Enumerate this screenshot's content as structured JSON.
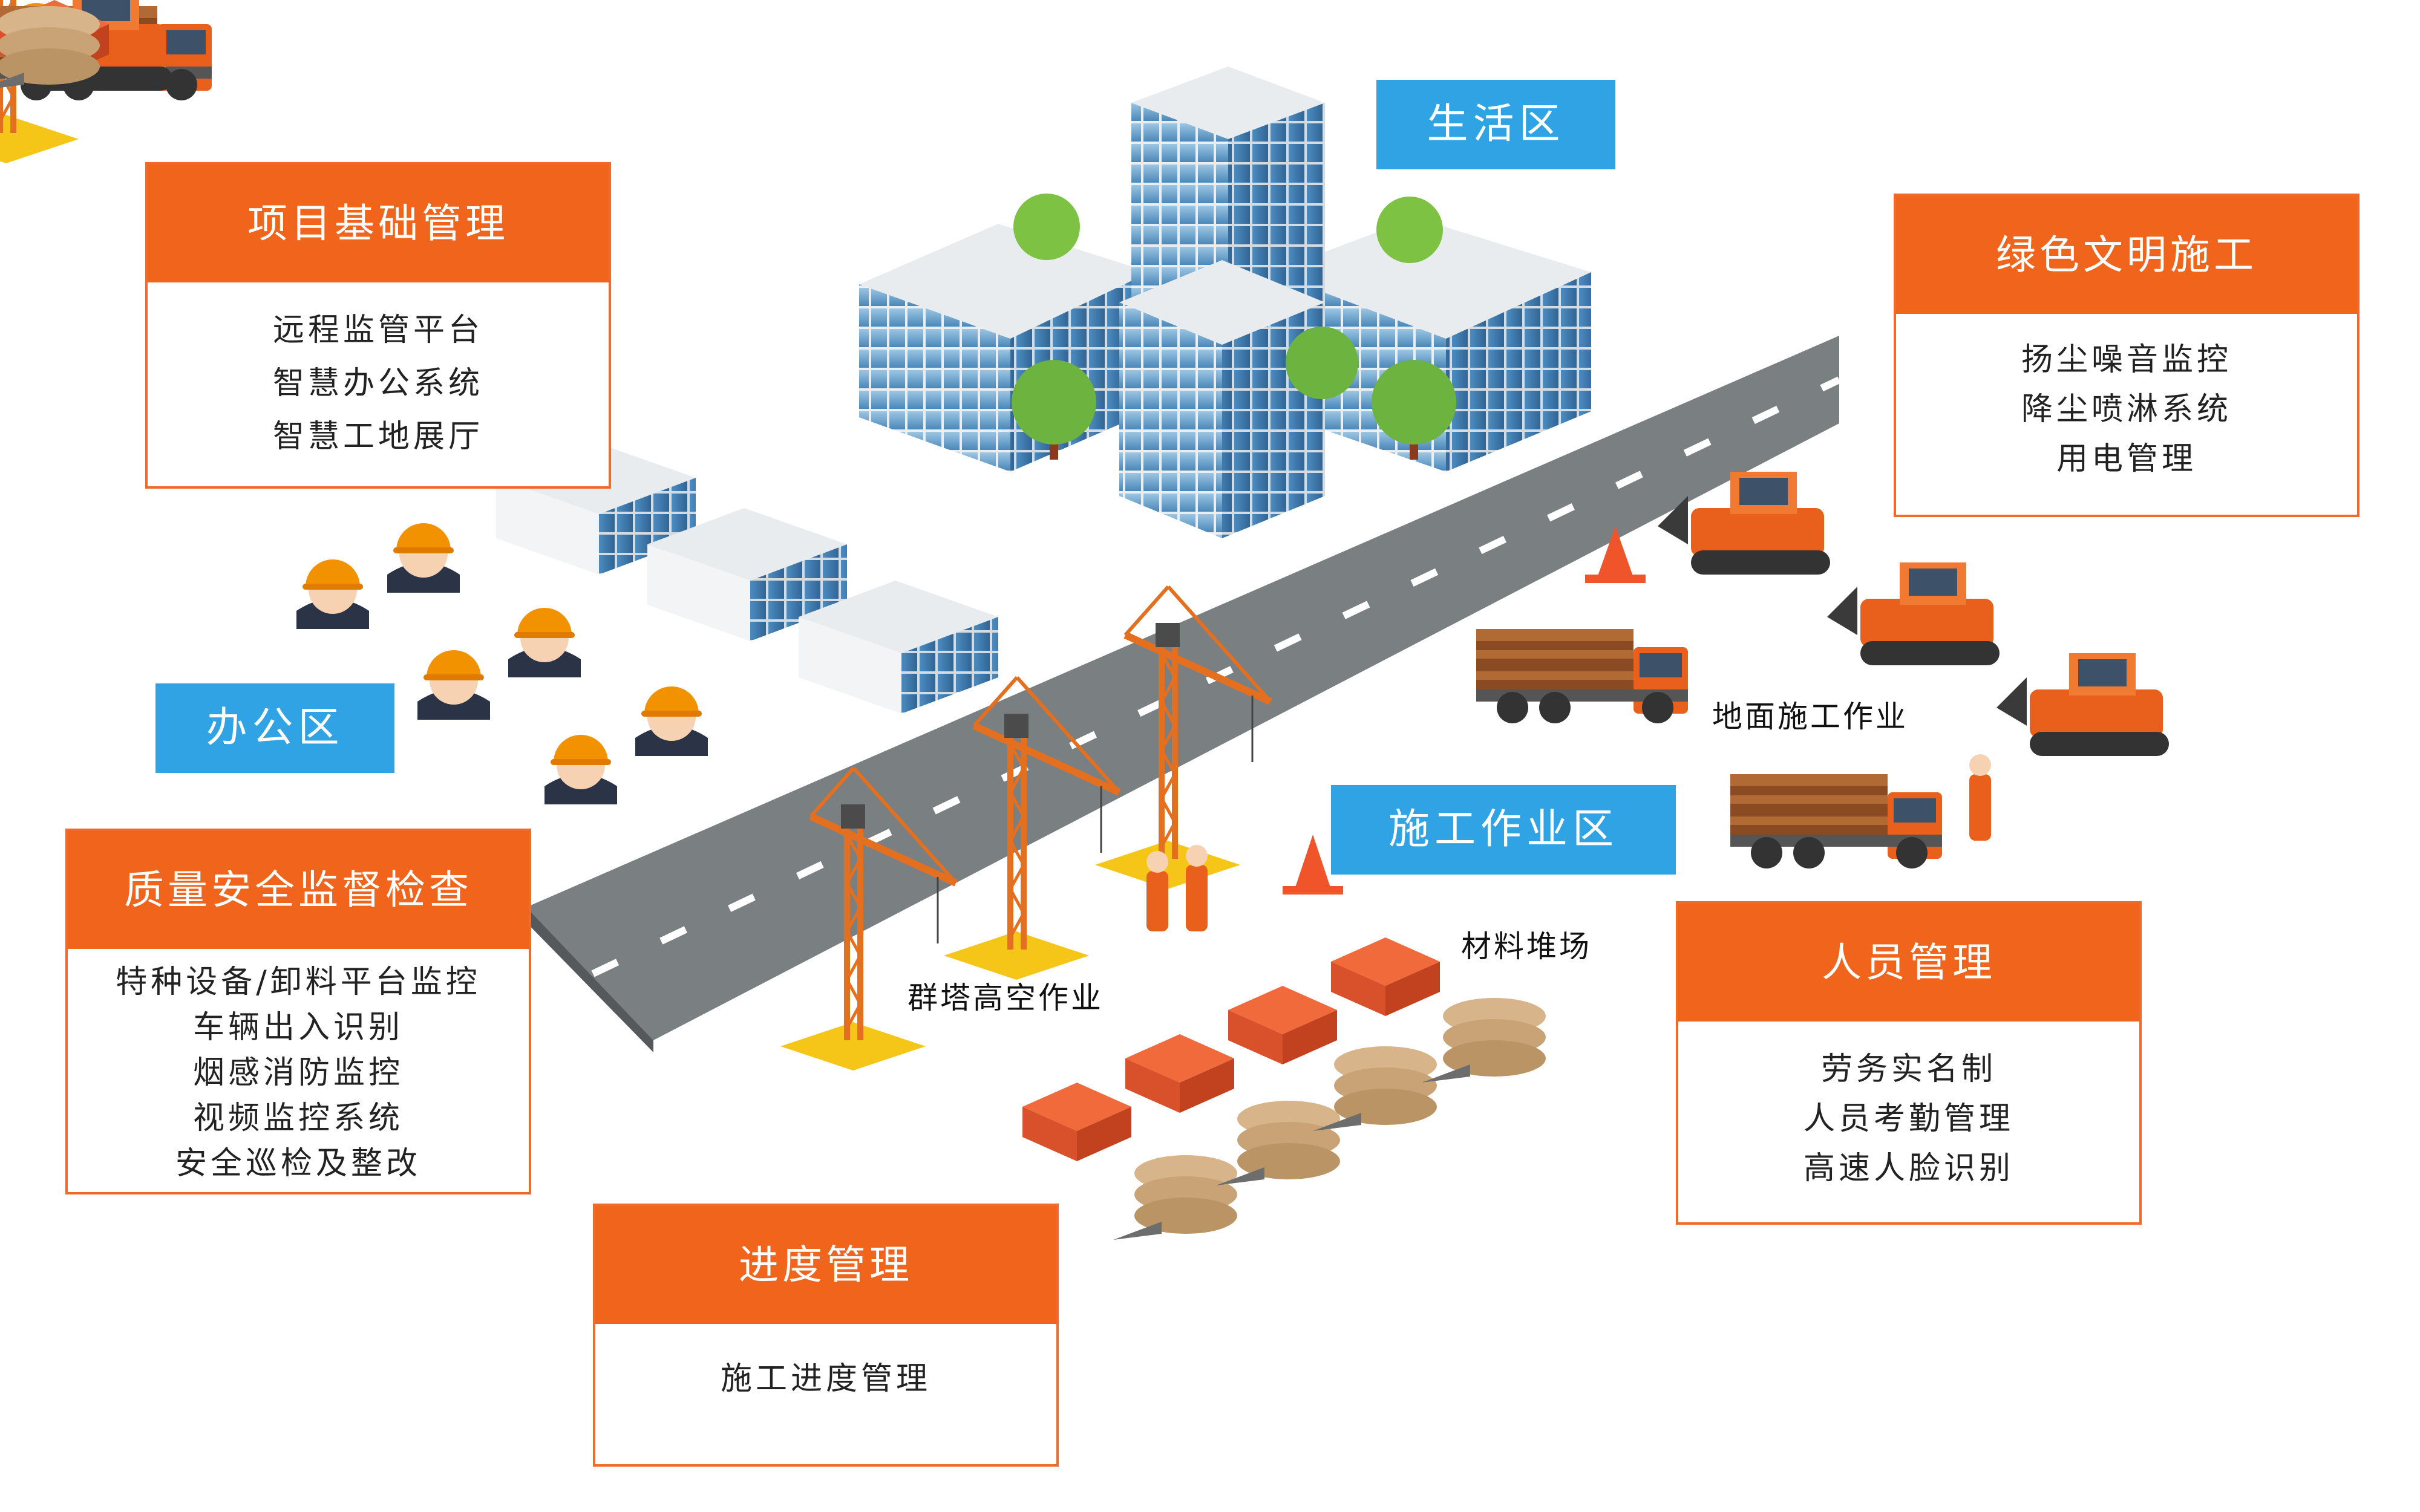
{
  "panels": {
    "project_basic": {
      "title": "项目基础管理",
      "items": [
        "远程监管平台",
        "智慧办公系统",
        "智慧工地展厅"
      ]
    },
    "green_construction": {
      "title": "绿色文明施工",
      "items": [
        "扬尘噪音监控",
        "降尘喷淋系统",
        "用电管理"
      ]
    },
    "quality_safety": {
      "title": "质量安全监督检查",
      "items": [
        "特种设备/卸料平台监控",
        "车辆出入识别",
        "烟感消防监控",
        "视频监控系统",
        "安全巡检及整改"
      ]
    },
    "personnel": {
      "title": "人员管理",
      "items": [
        "劳务实名制",
        "人员考勤管理",
        "高速人脸识别"
      ]
    },
    "progress": {
      "title": "进度管理",
      "items": [
        "施工进度管理"
      ]
    }
  },
  "zones": {
    "living": "生活区",
    "office": "办公区",
    "construction": "施工作业区"
  },
  "labels": {
    "ground_work": "地面施工作业",
    "material_yard": "材料堆场",
    "tower_cranes": "群塔高空作业"
  },
  "colors": {
    "accent_orange": "#f1641c",
    "zone_blue": "#2fa3e4",
    "road_gray": "#7a7f82"
  }
}
